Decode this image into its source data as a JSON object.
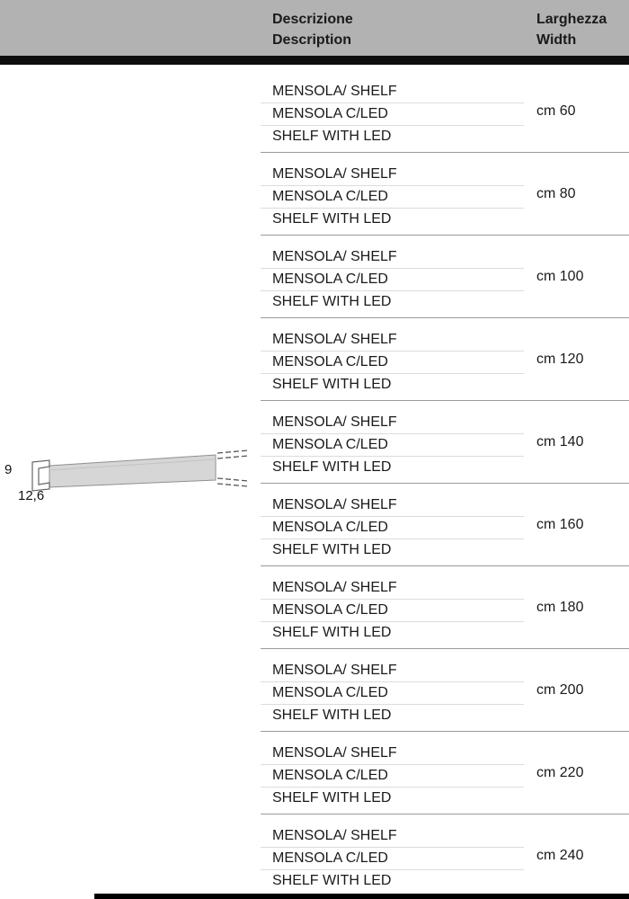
{
  "colors": {
    "header_bg": "#b2b2b2",
    "divider_bar": "#0d0d0d",
    "row_separator": "#9a9a9a",
    "inner_line": "#dcdcdc",
    "shelf_fill": "#d6d6d6"
  },
  "header": {
    "description_it": "Descrizione",
    "description_en": "Description",
    "width_it": "Larghezza",
    "width_en": "Width"
  },
  "drawing": {
    "height_label": "9",
    "depth_label": "12,6"
  },
  "rows": [
    {
      "lines": [
        "MENSOLA/ SHELF",
        "MENSOLA C/LED",
        "SHELF WITH LED"
      ],
      "width": "cm 60"
    },
    {
      "lines": [
        "MENSOLA/ SHELF",
        "MENSOLA C/LED",
        "SHELF WITH LED"
      ],
      "width": "cm 80"
    },
    {
      "lines": [
        "MENSOLA/ SHELF",
        "MENSOLA C/LED",
        "SHELF WITH LED"
      ],
      "width": "cm 100"
    },
    {
      "lines": [
        "MENSOLA/ SHELF",
        "MENSOLA C/LED",
        "SHELF WITH LED"
      ],
      "width": "cm 120"
    },
    {
      "lines": [
        "MENSOLA/ SHELF",
        "MENSOLA C/LED",
        "SHELF WITH LED"
      ],
      "width": "cm 140"
    },
    {
      "lines": [
        "MENSOLA/ SHELF",
        "MENSOLA C/LED",
        "SHELF WITH LED"
      ],
      "width": "cm 160"
    },
    {
      "lines": [
        "MENSOLA/ SHELF",
        "MENSOLA C/LED",
        "SHELF WITH LED"
      ],
      "width": "cm 180"
    },
    {
      "lines": [
        "MENSOLA/ SHELF",
        "MENSOLA C/LED",
        "SHELF WITH LED"
      ],
      "width": "cm 200"
    },
    {
      "lines": [
        "MENSOLA/ SHELF",
        "MENSOLA C/LED",
        "SHELF WITH LED"
      ],
      "width": "cm 220"
    },
    {
      "lines": [
        "MENSOLA/ SHELF",
        "MENSOLA C/LED",
        "SHELF WITH LED"
      ],
      "width": "cm 240"
    }
  ]
}
